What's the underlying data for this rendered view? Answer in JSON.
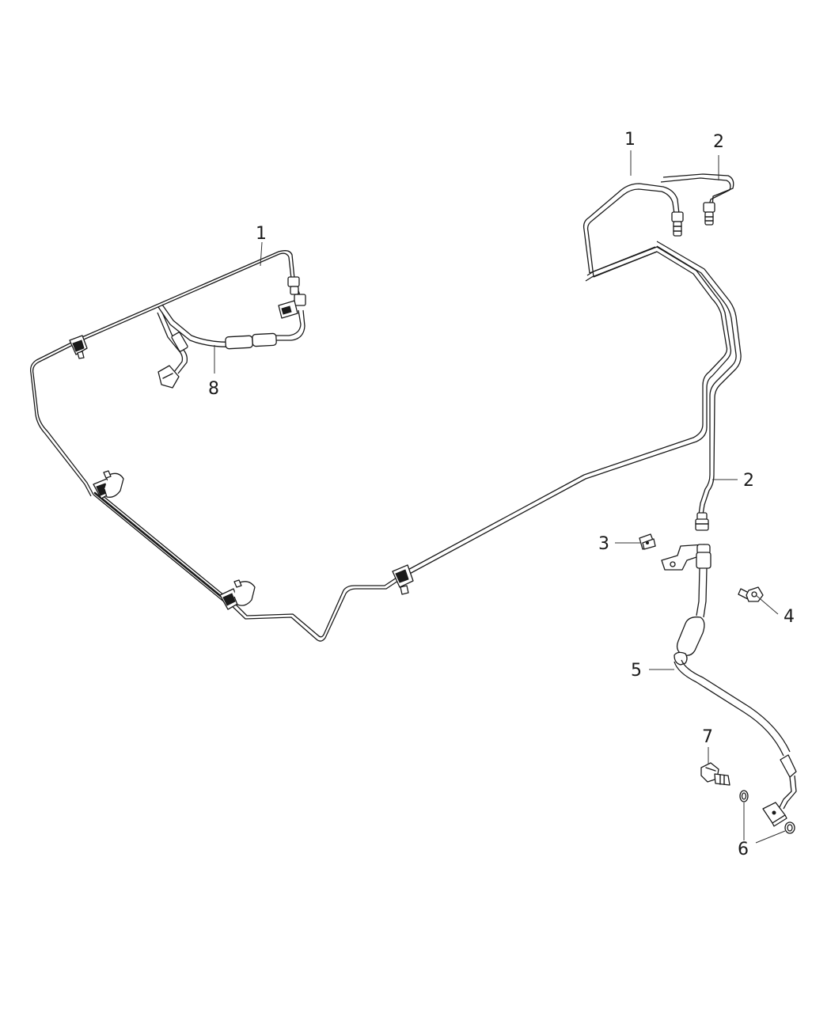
{
  "callouts": {
    "c1_left": "1",
    "c8": "8",
    "c1_right": "1",
    "c2_top": "2",
    "c2_mid": "2",
    "c3": "3",
    "c4": "4",
    "c5": "5",
    "c6": "6",
    "c7": "7"
  },
  "colors": {
    "line": "#1a1a1a",
    "background": "#ffffff"
  }
}
